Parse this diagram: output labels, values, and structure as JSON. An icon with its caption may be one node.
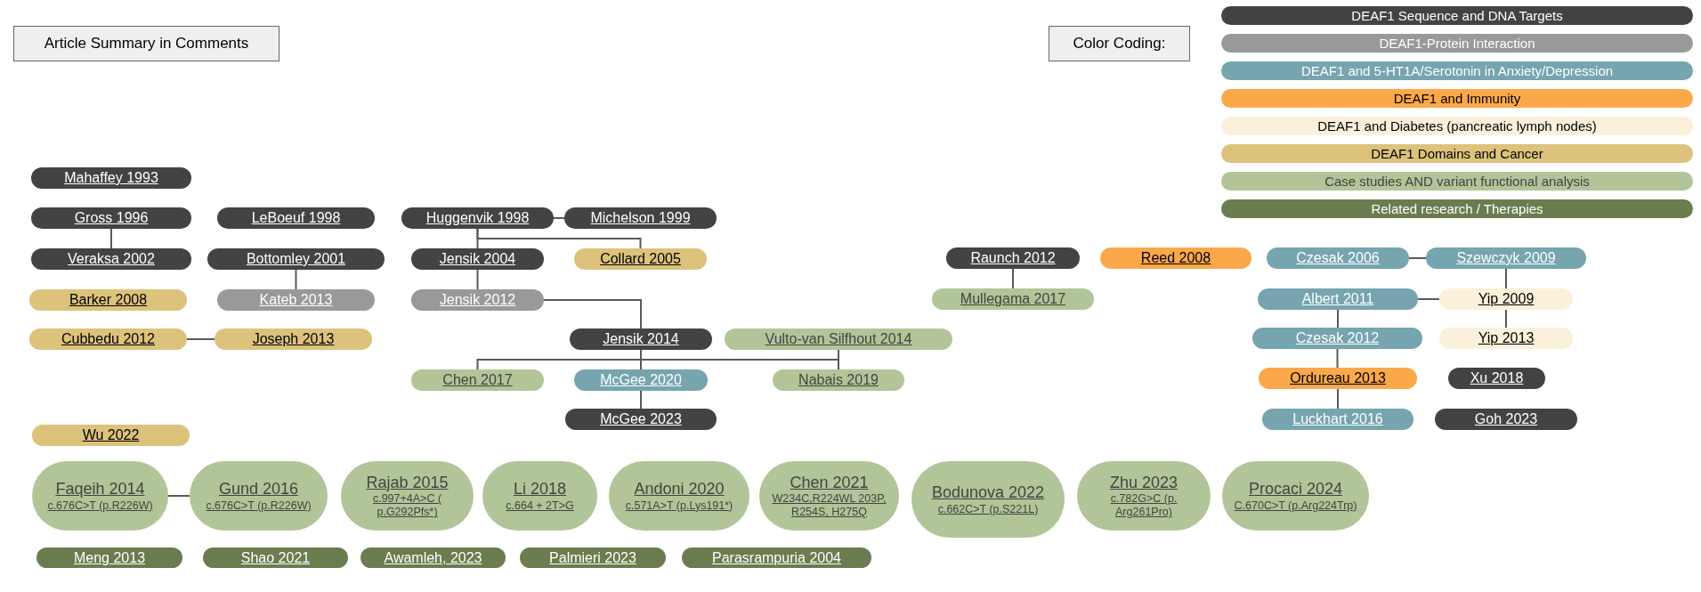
{
  "diagram": {
    "nodes": [
      {
        "text": [
          "Article Summary in Comments"
        ]
      },
      {
        "text": [
          "Color Coding:"
        ]
      },
      {
        "text": [
          "Mahaffey 1993"
        ]
      },
      {
        "text": [
          "Gross 1996"
        ]
      },
      {
        "text": [
          "LeBoeuf 1998"
        ]
      },
      {
        "text": [
          "Huggenvik 1998"
        ]
      },
      {
        "text": [
          "Michelson 1999"
        ]
      },
      {
        "text": [
          "Veraksa 2002"
        ]
      },
      {
        "text": [
          "Bottomley 2001"
        ]
      },
      {
        "text": [
          "Jensik 2004"
        ]
      },
      {
        "text": [
          "Collard 2005"
        ]
      },
      {
        "text": [
          "Raunch 2012"
        ]
      },
      {
        "text": [
          "Reed 2008"
        ]
      },
      {
        "text": [
          "Czesak 2006"
        ]
      },
      {
        "text": [
          "Szewczyk 2009"
        ]
      },
      {
        "text": [
          "Barker 2008"
        ]
      },
      {
        "text": [
          "Kateb 2013"
        ]
      },
      {
        "text": [
          "Jensik 2012"
        ]
      },
      {
        "text": [
          "Mullegama 2017"
        ]
      },
      {
        "text": [
          "Albert 2011"
        ]
      },
      {
        "text": [
          "Yip 2009"
        ]
      },
      {
        "text": [
          "Cubbedu 2012"
        ]
      },
      {
        "text": [
          "Joseph 2013"
        ]
      },
      {
        "text": [
          "Jensik 2014"
        ]
      },
      {
        "text": [
          "Vulto-van Silfhout 2014"
        ]
      },
      {
        "text": [
          "Czesak 2012"
        ]
      },
      {
        "text": [
          "Yip 2013"
        ]
      },
      {
        "text": [
          "Chen 2017"
        ]
      },
      {
        "text": [
          "McGee 2020"
        ]
      },
      {
        "text": [
          "Nabais 2019"
        ]
      },
      {
        "text": [
          "Ordureau 2013"
        ]
      },
      {
        "text": [
          "Xu 2018"
        ]
      },
      {
        "text": [
          "Wu 2022"
        ]
      },
      {
        "text": [
          "McGee 2023"
        ]
      },
      {
        "text": [
          "Luckhart 2016"
        ]
      },
      {
        "text": [
          "Goh 2023"
        ]
      },
      {
        "text": [
          "Faqeih 2014",
          "c.676C>T (p.R226W)"
        ]
      },
      {
        "text": [
          "Gund 2016",
          "c.676C>T (p.R226W)"
        ]
      },
      {
        "text": [
          "Rajab 2015",
          "c.997+4A>C ( p.G292Pfs*)"
        ]
      },
      {
        "text": [
          "Li 2018",
          "c.664 + 2T>G"
        ]
      },
      {
        "text": [
          "Andoni 2020",
          "c.571A>T (p.Lys191*)"
        ]
      },
      {
        "text": [
          "Chen 2021",
          "W234C,R224WL 203P, R254S, H275Q"
        ]
      },
      {
        "text": [
          "Bodunova 2022",
          "c.662C>T (p.S221L)"
        ]
      },
      {
        "text": [
          "Zhu 2023",
          "c.782G>C (p. Arg261Pro)"
        ]
      },
      {
        "text": [
          "Procaci 2024",
          "C.670C>T (p.Arg224Trp)"
        ]
      },
      {
        "text": [
          "Meng 2013"
        ]
      },
      {
        "text": [
          "Shao 2021"
        ]
      },
      {
        "text": [
          "Awamleh, 2023"
        ]
      },
      {
        "text": [
          "Palmieri 2023"
        ]
      },
      {
        "text": [
          "Parasrampuria 2004"
        ]
      }
    ],
    "edges": [
      {
        "from": 3,
        "to": 7,
        "arrow": "none"
      },
      {
        "from": 5,
        "to": 6,
        "arrow": "none"
      },
      {
        "from": 5,
        "to": 9,
        "arrow": "none"
      },
      {
        "from": 5,
        "to": 10,
        "arrow": "none"
      },
      {
        "from": 8,
        "to": 16,
        "arrow": "none"
      },
      {
        "from": 9,
        "to": 17,
        "arrow": "none"
      },
      {
        "from": 17,
        "to": 23,
        "arrow": "none"
      },
      {
        "from": 21,
        "to": 22,
        "arrow": "none"
      },
      {
        "from": 23,
        "to": 27,
        "arrow": "none"
      },
      {
        "from": 23,
        "to": 28,
        "arrow": "none"
      },
      {
        "from": 23,
        "to": 29,
        "arrow": "none"
      },
      {
        "from": 24,
        "to": 29,
        "arrow": "none"
      },
      {
        "from": 28,
        "to": 33,
        "arrow": "none"
      },
      {
        "from": 11,
        "to": 18,
        "arrow": "none"
      },
      {
        "from": 13,
        "to": 14,
        "arrow": "none"
      },
      {
        "from": 14,
        "to": 20,
        "arrow": "none"
      },
      {
        "from": 19,
        "to": 20,
        "arrow": "none"
      },
      {
        "from": 20,
        "to": 26,
        "arrow": "none"
      },
      {
        "from": 19,
        "to": 25,
        "arrow": "none"
      },
      {
        "from": 25,
        "to": 30,
        "arrow": "none"
      },
      {
        "from": 30,
        "to": 34,
        "arrow": "none"
      },
      {
        "from": 36,
        "to": 37,
        "arrow": "none"
      }
    ],
    "legend": [
      {
        "text": "DEAF1 Sequence and DNA Targets",
        "color": "#434343"
      },
      {
        "text": "DEAF1-Protein Interaction",
        "color": "#999999"
      },
      {
        "text": "DEAF1 and 5-HT1A/Serotonin in Anxiety/Depression",
        "color": "#76a5af"
      },
      {
        "text": "DEAF1 and Immunity",
        "color": "#fba84b"
      },
      {
        "text": "DEAF1 and Diabetes (pancreatic lymph nodes)",
        "color": "#fbf1db"
      },
      {
        "text": "DEAF1 Domains and Cancer",
        "color": "#dcc27b"
      },
      {
        "text": "Case studies AND variant functional analysis",
        "color": "#b1c598"
      },
      {
        "text": "Related research / Therapies",
        "color": "#6b7c4e"
      }
    ]
  }
}
